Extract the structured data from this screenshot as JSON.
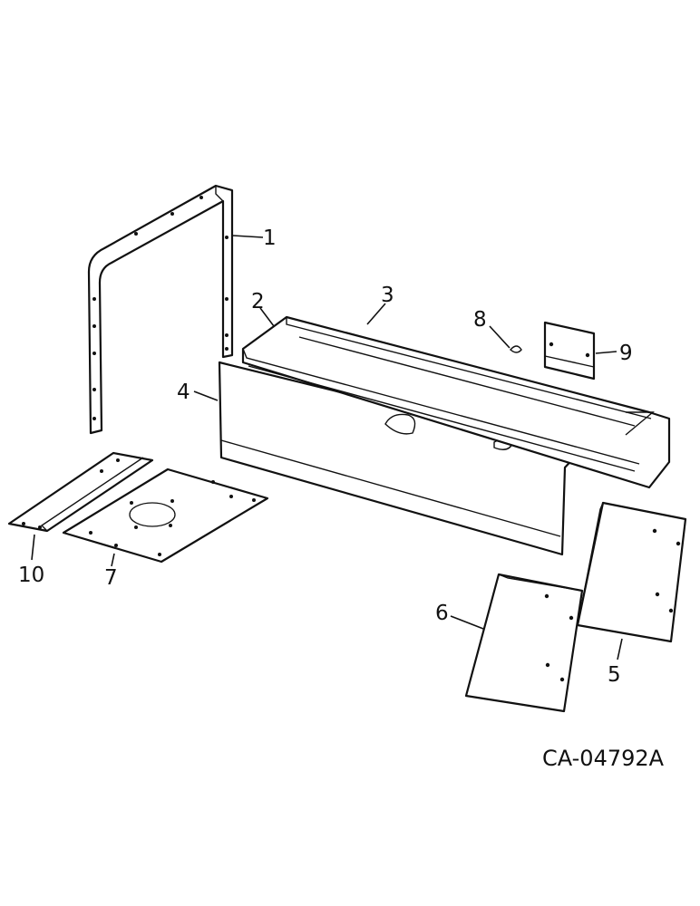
{
  "callouts": {
    "c1": "1",
    "c2": "2",
    "c3": "3",
    "c4": "4",
    "c5": "5",
    "c6": "6",
    "c7": "7",
    "c8": "8",
    "c9": "9",
    "c10": "10"
  },
  "drawing_code": "CA-04792A"
}
